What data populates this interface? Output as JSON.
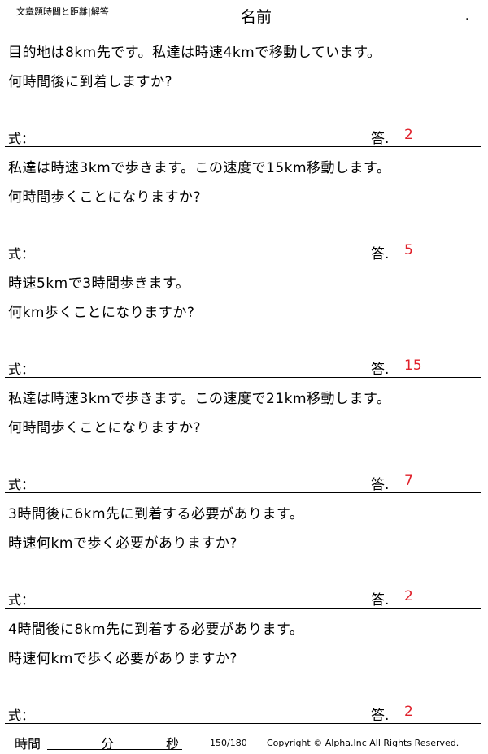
{
  "header": {
    "title": "文章題時間と距離|解答",
    "name_label": "名前",
    "name_dot": "."
  },
  "labels": {
    "formula": "式：",
    "answer": "答."
  },
  "problems": [
    {
      "line1": "目的地は8km先です。私達は時速4kmで移動しています。",
      "line2": "何時間後に到着しますか?",
      "answer": "2"
    },
    {
      "line1": "私達は時速3kmで歩きます。この速度で15km移動します。",
      "line2": "何時間歩くことになりますか?",
      "answer": "5"
    },
    {
      "line1": "時速5kmで3時間歩きます。",
      "line2": "何km歩くことになりますか?",
      "answer": "15"
    },
    {
      "line1": "私達は時速3kmで歩きます。この速度で21km移動します。",
      "line2": "何時間歩くことになりますか?",
      "answer": "7"
    },
    {
      "line1": "3時間後に6km先に到着する必要があります。",
      "line2": "時速何kmで歩く必要がありますか?",
      "answer": "2"
    },
    {
      "line1": "4時間後に8km先に到着する必要があります。",
      "line2": "時速何kmで歩く必要がありますか?",
      "answer": "2"
    }
  ],
  "footer": {
    "time_label": "時間",
    "minutes_label": "分",
    "seconds_label": "秒",
    "page_number": "150/180",
    "copyright": "Copyright © Alpha.Inc All Rights Reserved."
  },
  "colors": {
    "answer": "#e0202a"
  }
}
